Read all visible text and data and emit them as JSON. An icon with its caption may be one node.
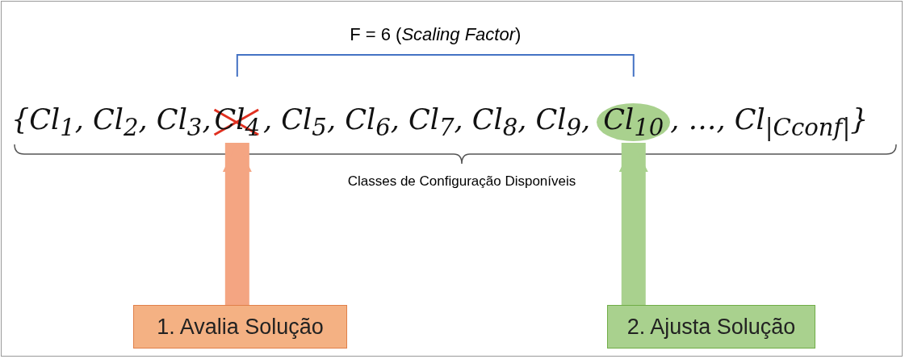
{
  "diagram": {
    "nodes": [
      {
        "text": [
          "1. Avalia Solução"
        ]
      },
      {
        "text": [
          "2. Ajusta Solução"
        ]
      },
      {
        "text": [
          "Cl$_{4}$"
        ]
      },
      {
        "text": [
          "Cl$_{10}$"
        ]
      }
    ],
    "edges": [
      {
        "from": 0,
        "to": 2,
        "arrow": "to",
        "color": "#f4a582"
      },
      {
        "from": 1,
        "to": 3,
        "arrow": "to",
        "color": "#a9d18e"
      }
    ],
    "labels": [
      "F = 6 (*Scaling Factor*)",
      "{Cl$_{1}$, Cl$_{2}$, Cl$_{3}$,",
      ", Cl$_{5}$, Cl$_{6}$, Cl$_{7}$, Cl$_{8}$, Cl$_{9}$,",
      ", …, Cl$_{|C}$$_{conf}$$_{|}$}",
      "Classes de Configuração Disponíveis"
    ]
  }
}
